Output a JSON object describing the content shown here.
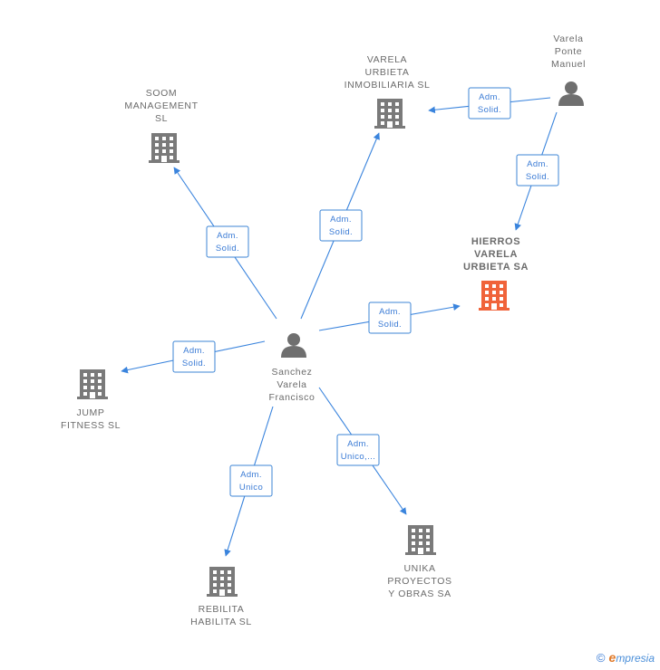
{
  "colors": {
    "edge": "#3a84dd",
    "company_icon": "#7a7a7a",
    "company_icon_main": "#f0633a",
    "person_icon": "#6f6f6f"
  },
  "nodes": [
    {
      "id": "sanchez",
      "type": "person",
      "lines": [
        "Sanchez",
        "Varela",
        "Francisco"
      ]
    },
    {
      "id": "varela_ponte",
      "type": "person",
      "lines": [
        "Varela",
        "Ponte",
        "Manuel"
      ]
    },
    {
      "id": "hierros",
      "type": "company",
      "main": true,
      "lines": [
        "HIERROS",
        "VARELA",
        "URBIETA SA"
      ]
    },
    {
      "id": "varela_urbieta",
      "type": "company",
      "lines": [
        "VARELA",
        "URBIETA",
        "INMOBILIARIA SL"
      ]
    },
    {
      "id": "soom",
      "type": "company",
      "lines": [
        "SOOM",
        "MANAGEMENT",
        "SL"
      ]
    },
    {
      "id": "jump",
      "type": "company",
      "lines": [
        "JUMP",
        "FITNESS  SL"
      ]
    },
    {
      "id": "rebilita",
      "type": "company",
      "lines": [
        "REBILITA",
        "HABILITA  SL"
      ]
    },
    {
      "id": "unika",
      "type": "company",
      "lines": [
        "UNIKA",
        "PROYECTOS",
        "Y OBRAS SA"
      ]
    }
  ],
  "edges": [
    {
      "from": "sanchez",
      "to": "soom",
      "label": [
        "Adm.",
        "Solid."
      ]
    },
    {
      "from": "sanchez",
      "to": "varela_urbieta",
      "label": [
        "Adm.",
        "Solid."
      ]
    },
    {
      "from": "sanchez",
      "to": "hierros",
      "label": [
        "Adm.",
        "Solid."
      ]
    },
    {
      "from": "sanchez",
      "to": "jump",
      "label": [
        "Adm.",
        "Solid."
      ]
    },
    {
      "from": "sanchez",
      "to": "rebilita",
      "label": [
        "Adm.",
        "Unico"
      ]
    },
    {
      "from": "sanchez",
      "to": "unika",
      "label": [
        "Adm.",
        "Unico,..."
      ]
    },
    {
      "from": "varela_ponte",
      "to": "varela_urbieta",
      "label": [
        "Adm.",
        "Solid."
      ]
    },
    {
      "from": "varela_ponte",
      "to": "hierros",
      "label": [
        "Adm.",
        "Solid."
      ]
    }
  ],
  "footer": {
    "copyright": "©",
    "brand_first": "e",
    "brand_rest": "mpresia"
  }
}
